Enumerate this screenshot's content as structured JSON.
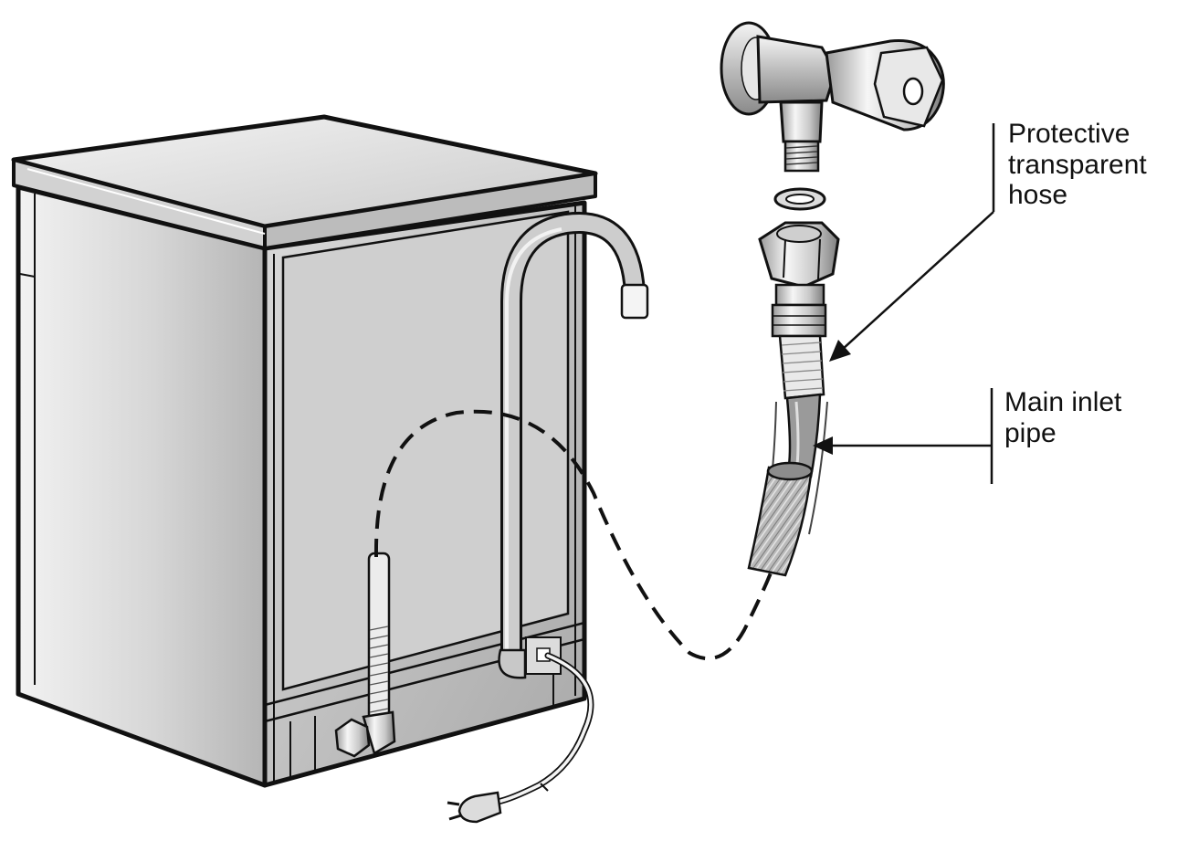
{
  "labels": {
    "protective_hose": {
      "line1": "Protective",
      "line2": "transparent",
      "line3": "hose"
    },
    "main_inlet_pipe": {
      "line1": "Main inlet",
      "line2": "pipe"
    }
  },
  "colors": {
    "ink": "#111111",
    "metal_light": "#e8e8e8",
    "metal_mid": "#bdbdbd",
    "metal_dark": "#8a8a8a",
    "background": "#ffffff"
  }
}
